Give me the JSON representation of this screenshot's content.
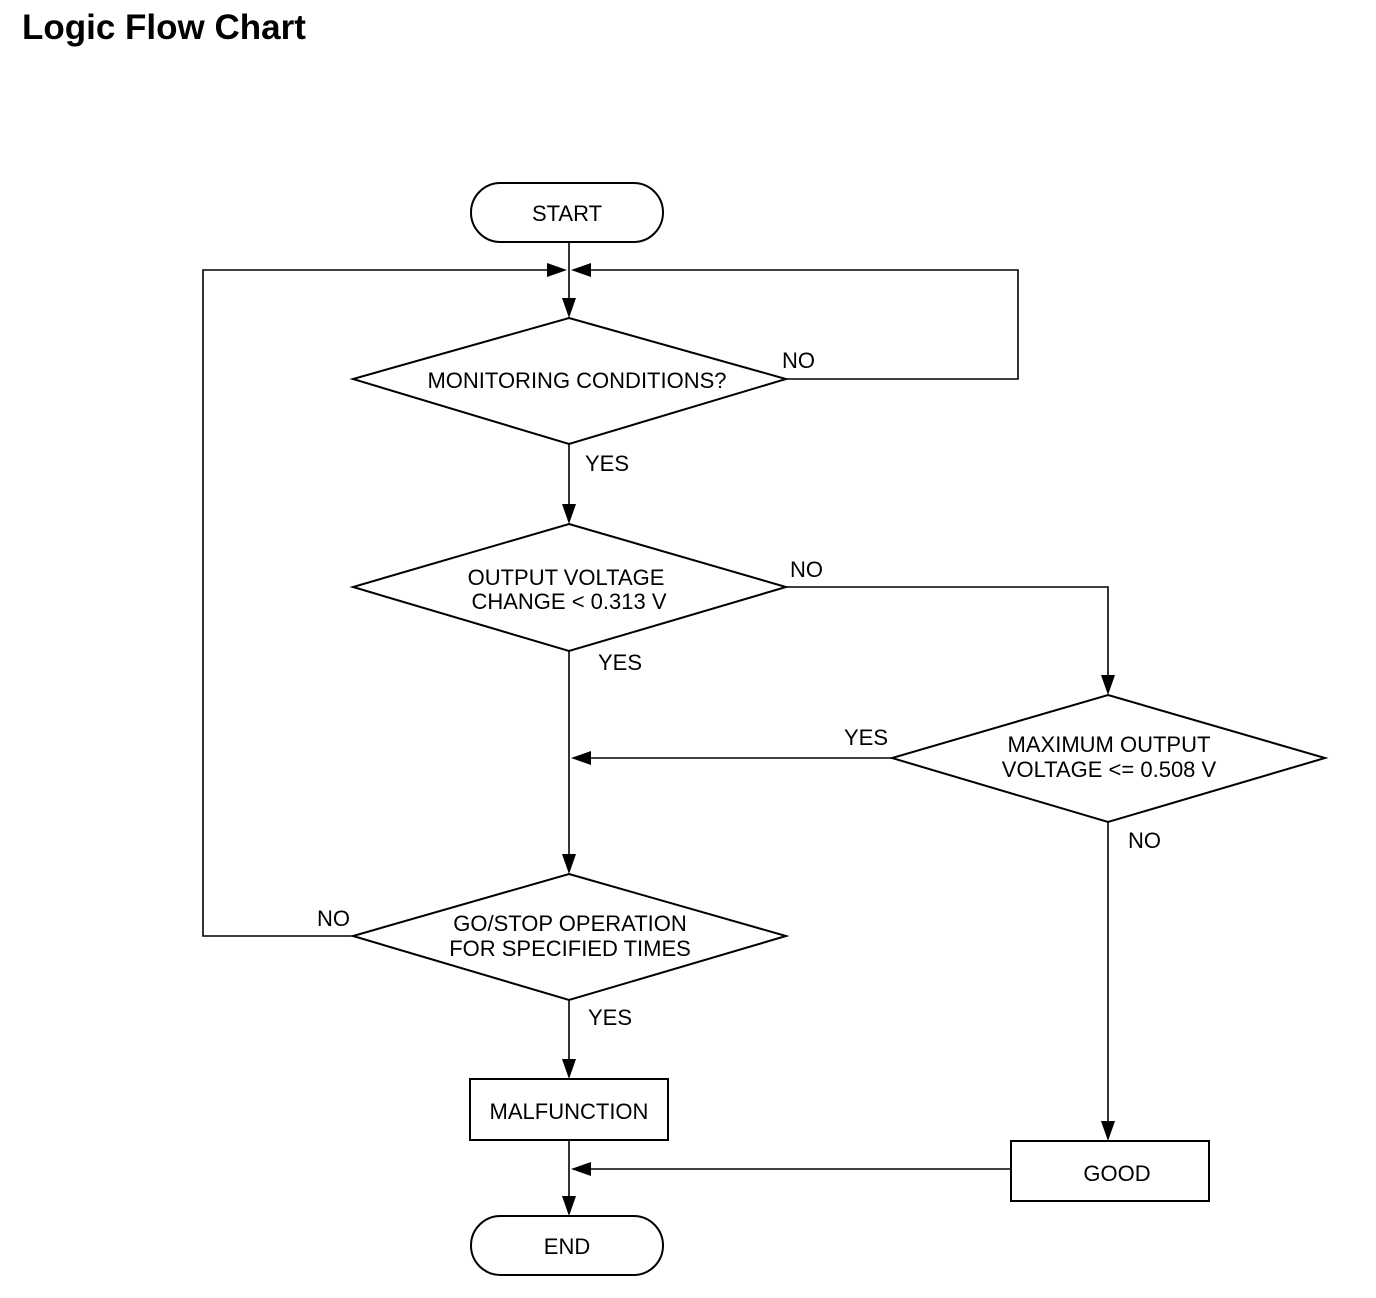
{
  "title": "Logic Flow Chart",
  "nodes": {
    "start": "START",
    "monitoring": "MONITORING CONDITIONS?",
    "voltage_change": [
      "OUTPUT VOLTAGE",
      "CHANGE < 0.313 V"
    ],
    "max_voltage": [
      "MAXIMUM OUTPUT",
      "VOLTAGE <= 0.508 V"
    ],
    "gostop": [
      "GO/STOP OPERATION",
      "FOR SPECIFIED TIMES"
    ],
    "malfunction": "MALFUNCTION",
    "good": "GOOD",
    "end": "END"
  },
  "edge_labels": {
    "monitoring_no": "NO",
    "monitoring_yes": "YES",
    "voltage_change_no": "NO",
    "voltage_change_yes": "YES",
    "max_voltage_yes": "YES",
    "max_voltage_no": "NO",
    "gostop_no": "NO",
    "gostop_yes": "YES"
  },
  "colors": {
    "line": "#000000",
    "background": "#ffffff"
  }
}
